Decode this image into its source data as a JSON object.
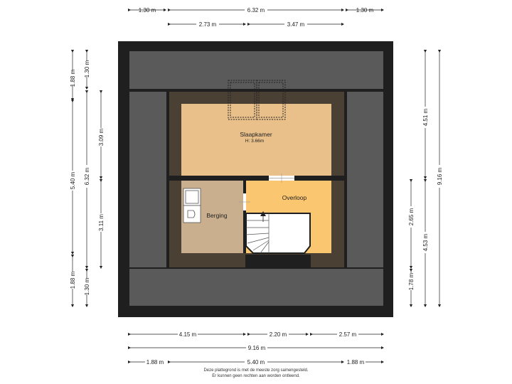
{
  "rooms": {
    "slaapkamer": {
      "name": "Slaapkamer",
      "height": "H: 3.66m",
      "color": "#e9c08a"
    },
    "berging": {
      "name": "Berging",
      "color": "#c9af8e"
    },
    "overloop": {
      "name": "Overloop",
      "color": "#fbc670"
    }
  },
  "colors": {
    "wall": "#1f1f1f",
    "roof": "#5a5a5a",
    "eaves": "#4a4033"
  },
  "dimensions": {
    "top_row1": [
      "1.30 m",
      "6.32 m",
      "1.30 m"
    ],
    "top_row2": [
      "2.73 m",
      "3.47 m"
    ],
    "bottom_row1": [
      "4.15 m",
      "2.20 m",
      "2.57 m"
    ],
    "bottom_total": "9.16 m",
    "bottom_row3": [
      "1.88 m",
      "5.40 m",
      "1.88 m"
    ],
    "left_outer": [
      "1.88 m",
      "5.40 m",
      "1.88 m"
    ],
    "left_mid": [
      "1.30 m",
      "6.32 m",
      "1.30 m"
    ],
    "left_inner": [
      "3.09 m",
      "3.11 m"
    ],
    "right_inner": [
      "2.65 m",
      "1.78 m"
    ],
    "right_mid": [
      "4.51 m",
      "4.53 m"
    ],
    "right_total": "9.16 m"
  },
  "footer": {
    "line1": "Deze plattegrond is met de meeste zorg samengesteld.",
    "line2": "Er kunnen geen rechten aan worden ontleend."
  }
}
